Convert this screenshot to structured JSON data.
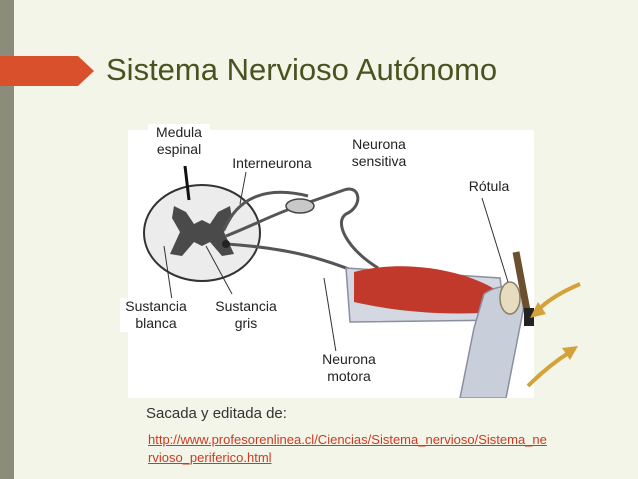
{
  "slide": {
    "title": "Sistema Nervioso Autónomo",
    "accent_color": "#d9512c",
    "sidebar_color": "#8c8c7a",
    "title_color": "#4a5320"
  },
  "diagram": {
    "labels": {
      "medula_espinal": "Medula\nespinal",
      "interneurona": "Interneurona",
      "neurona_sensitiva": "Neurona\nsensitiva",
      "rotula": "Rótula",
      "sustancia_blanca": "Sustancia\nblanca",
      "sustancia_gris": "Sustancia\ngris",
      "neurona_motora": "Neurona\nmotora"
    }
  },
  "source": {
    "caption": "Sacada y editada de:",
    "url": "http://www.profesorenlinea.cl/Ciencias/Sistema_nervioso/Sistema_nervioso_periferico.html"
  }
}
